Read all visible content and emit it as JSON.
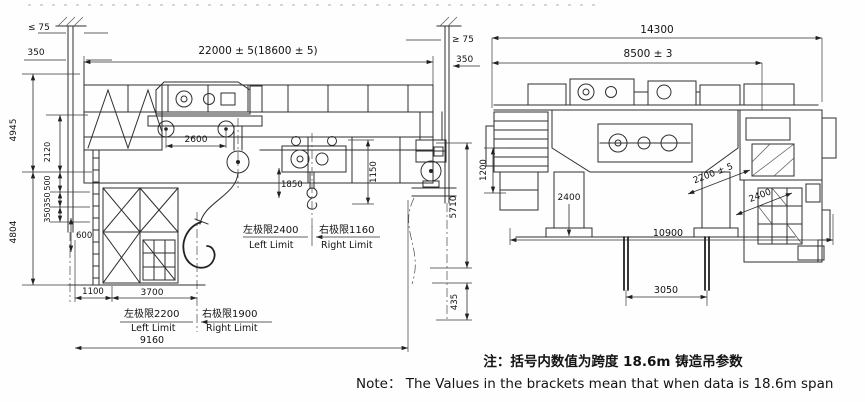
{
  "front_view": {
    "dims": {
      "wall_clearance_left": "≤ 75",
      "rail_offset_left": "350",
      "span": "22000 ± 5(18600 ± 5)",
      "wall_clearance_right": "≥ 75",
      "rail_offset_right": "350",
      "height_4945": "4945",
      "height_2120": "2120",
      "height_500": "500",
      "height_350_a": "350",
      "height_350_b": "350",
      "height_4804": "4804",
      "width_600": "600",
      "trolley_wheelbase": "2600",
      "aux_lift_1850": "1850",
      "height_1150": "1150",
      "height_5710": "5710",
      "height_435": "435",
      "width_1100": "1100",
      "width_3700": "3700",
      "width_9160": "9160"
    },
    "aux_hook_limits": {
      "left_cn": "左极限2400",
      "left_en": "Left Limit",
      "right_cn": "右极限1160",
      "right_en": "Right Limit"
    },
    "main_hook_limits": {
      "left_cn": "左极限2200",
      "left_en": "Left Limit",
      "right_cn": "右极限1900",
      "right_en": "Right Limit"
    }
  },
  "end_view": {
    "dims": {
      "overall_width": "14300",
      "wheelbase": "8500 ± 3",
      "height_1200": "1200",
      "height_2400_left": "2400",
      "gauge_2200": "2200 ± 5",
      "height_2400_right": "2400",
      "span_10900": "10900",
      "rope_spacing_3050": "3050"
    }
  },
  "notes": {
    "cn": "注：括号内数值为跨度 18.6m 铸造吊参数",
    "en": "Note： The Values in the brackets mean that when data is 18.6m span"
  }
}
